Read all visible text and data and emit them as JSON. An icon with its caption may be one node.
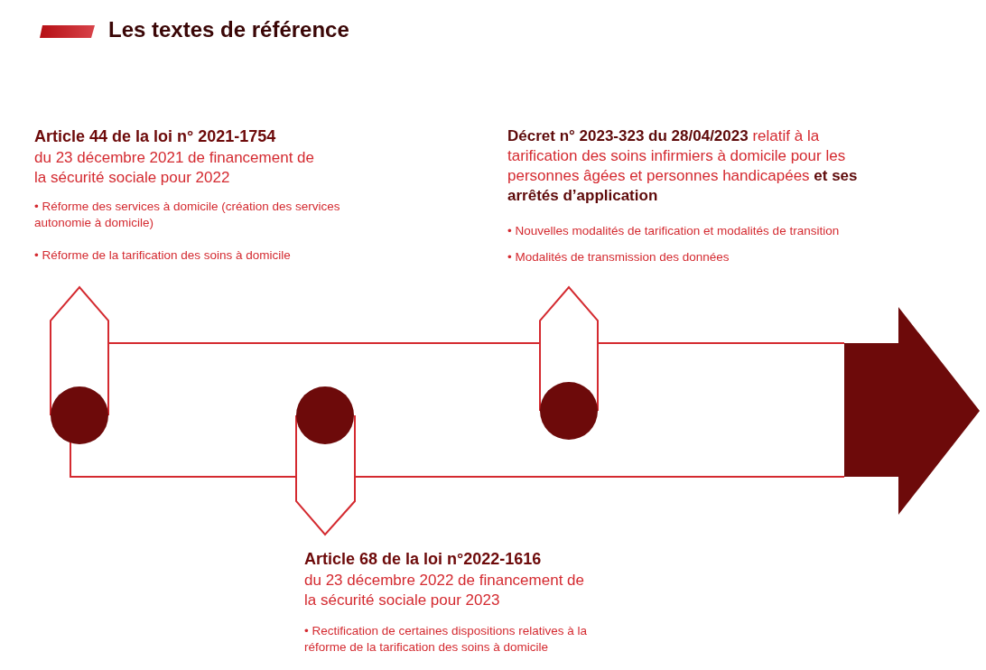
{
  "diagram": {
    "title": "Les textes de référence",
    "labels": [
      "Article 44 de la loi n° 2021-1754",
      "du 23 décembre 2021 de financement de la sécurité sociale pour 2022",
      "• Réforme des services à domicile (création des services autonomie à domicile)",
      "• Réforme de la tarification des soins à domicile",
      "**Décret n° 2023-323 du 28/04/2023** relatif à la tarification des soins infirmiers à domicile pour les personnes âgées et personnes handicapées **et ses arrêtés d’application**",
      "• Nouvelles modalités de tarification et modalités de transition",
      "• Modalités de transmission des données",
      "Article 68 de la loi n°2022-1616",
      "du 23 décembre 2022 de financement de la sécurité sociale pour 2023",
      "• Rectification de certaines dispositions relatives à la réforme de la tarification des soins à domicile"
    ]
  }
}
